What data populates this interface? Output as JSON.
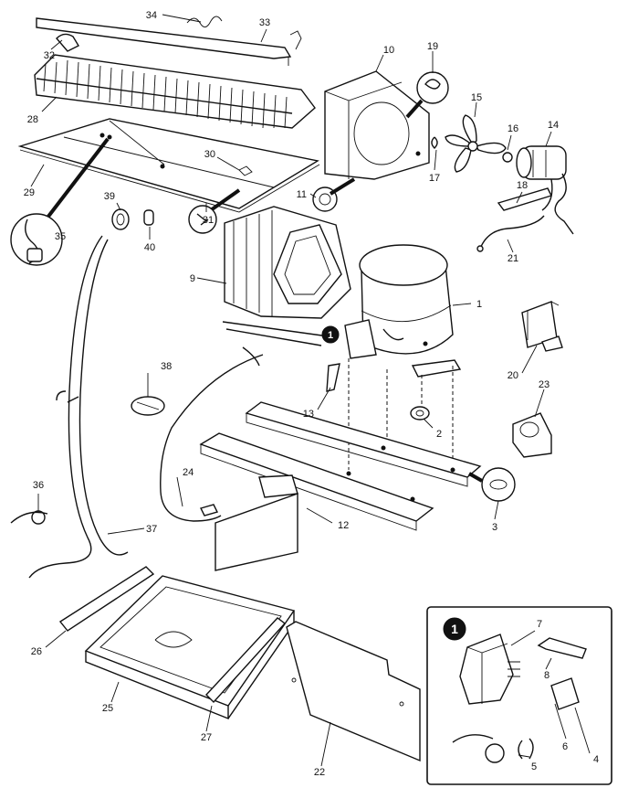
{
  "diagram": {
    "callouts": {
      "p1": "1",
      "p2": "2",
      "p3": "3",
      "p4": "4",
      "p5": "5",
      "p6": "6",
      "p7": "7",
      "p8": "8",
      "p9": "9",
      "p10": "10",
      "p11": "11",
      "p12": "12",
      "p13": "13",
      "p14": "14",
      "p15": "15",
      "p16": "16",
      "p17": "17",
      "p18": "18",
      "p19": "19",
      "p20": "20",
      "p21": "21",
      "p22": "22",
      "p23": "23",
      "p24": "24",
      "p25": "25",
      "p26": "26",
      "p27": "27",
      "p28": "28",
      "p29": "29",
      "p30": "30",
      "p31": "31",
      "p32": "32",
      "p33": "33",
      "p34": "34",
      "p35": "35",
      "p36": "36",
      "p37": "37",
      "p38": "38",
      "p39": "39",
      "p40": "40"
    },
    "inset_marker": "1",
    "detail_marker": "1"
  }
}
